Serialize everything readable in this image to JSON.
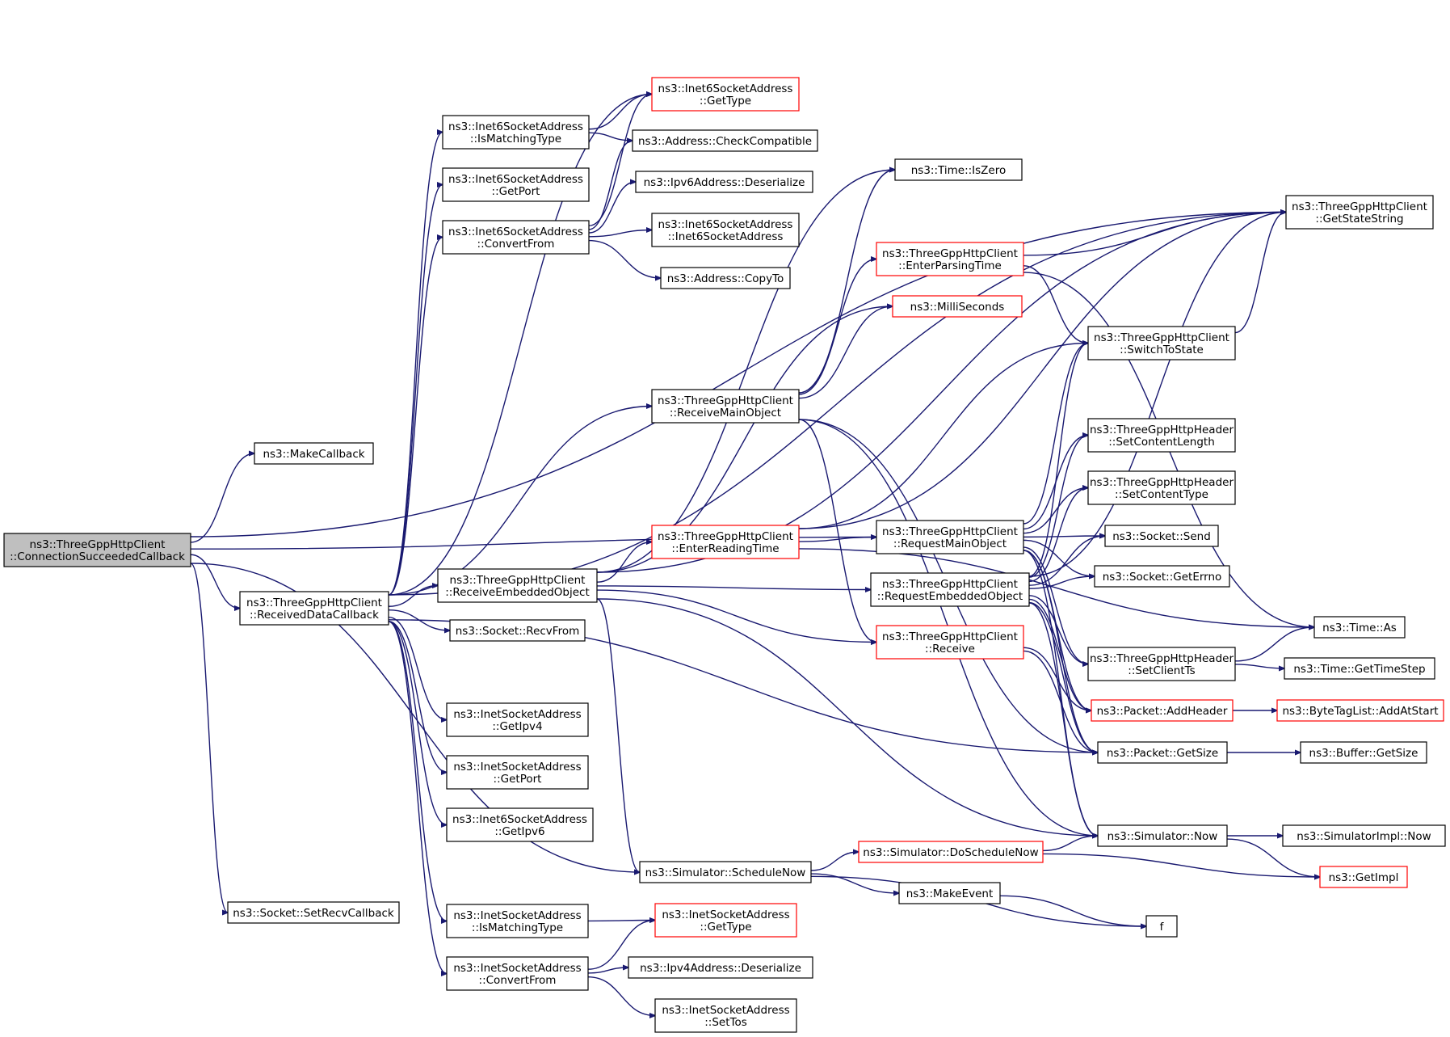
{
  "nodes": [
    {
      "id": "root",
      "lines": [
        "ns3::ThreeGppHttpClient",
        "::ConnectionSucceededCallback"
      ],
      "style": "root"
    },
    {
      "id": "makecb",
      "lines": [
        "ns3::MakeCallback"
      ]
    },
    {
      "id": "recvdata",
      "lines": [
        "ns3::ThreeGppHttpClient",
        "::ReceivedDataCallback"
      ]
    },
    {
      "id": "setrecvcb",
      "lines": [
        "ns3::Socket::SetRecvCallback"
      ]
    },
    {
      "id": "i6ismatch",
      "lines": [
        "ns3::Inet6SocketAddress",
        "::IsMatchingType"
      ]
    },
    {
      "id": "i6getport",
      "lines": [
        "ns3::Inet6SocketAddress",
        "::GetPort"
      ]
    },
    {
      "id": "i6convert",
      "lines": [
        "ns3::Inet6SocketAddress",
        "::ConvertFrom"
      ]
    },
    {
      "id": "recvembedded",
      "lines": [
        "ns3::ThreeGppHttpClient",
        "::ReceiveEmbeddedObject"
      ]
    },
    {
      "id": "recvfrom",
      "lines": [
        "ns3::Socket::RecvFrom"
      ]
    },
    {
      "id": "i4getipv4",
      "lines": [
        "ns3::InetSocketAddress",
        "::GetIpv4"
      ]
    },
    {
      "id": "i4getport",
      "lines": [
        "ns3::InetSocketAddress",
        "::GetPort"
      ]
    },
    {
      "id": "i6getipv6",
      "lines": [
        "ns3::Inet6SocketAddress",
        "::GetIpv6"
      ]
    },
    {
      "id": "i4ismatch",
      "lines": [
        "ns3::InetSocketAddress",
        "::IsMatchingType"
      ]
    },
    {
      "id": "i4convert",
      "lines": [
        "ns3::InetSocketAddress",
        "::ConvertFrom"
      ]
    },
    {
      "id": "i6gettype",
      "lines": [
        "ns3::Inet6SocketAddress",
        "::GetType"
      ],
      "style": "red"
    },
    {
      "id": "checkcompat",
      "lines": [
        "ns3::Address::CheckCompatible"
      ]
    },
    {
      "id": "ipv6deser",
      "lines": [
        "ns3::Ipv6Address::Deserialize"
      ]
    },
    {
      "id": "i6ctor",
      "lines": [
        "ns3::Inet6SocketAddress",
        "::Inet6SocketAddress"
      ]
    },
    {
      "id": "copyto",
      "lines": [
        "ns3::Address::CopyTo"
      ]
    },
    {
      "id": "recvmain",
      "lines": [
        "ns3::ThreeGppHttpClient",
        "::ReceiveMainObject"
      ]
    },
    {
      "id": "enterreading",
      "lines": [
        "ns3::ThreeGppHttpClient",
        "::EnterReadingTime"
      ],
      "style": "red"
    },
    {
      "id": "schednow",
      "lines": [
        "ns3::Simulator::ScheduleNow"
      ]
    },
    {
      "id": "i4gettype",
      "lines": [
        "ns3::InetSocketAddress",
        "::GetType"
      ],
      "style": "red"
    },
    {
      "id": "ipv4deser",
      "lines": [
        "ns3::Ipv4Address::Deserialize"
      ]
    },
    {
      "id": "settos",
      "lines": [
        "ns3::InetSocketAddress",
        "::SetTos"
      ]
    },
    {
      "id": "iszero",
      "lines": [
        "ns3::Time::IsZero"
      ]
    },
    {
      "id": "enterparsing",
      "lines": [
        "ns3::ThreeGppHttpClient",
        "::EnterParsingTime"
      ],
      "style": "red"
    },
    {
      "id": "millisec",
      "lines": [
        "ns3::MilliSeconds"
      ],
      "style": "red"
    },
    {
      "id": "reqmain",
      "lines": [
        "ns3::ThreeGppHttpClient",
        "::RequestMainObject"
      ]
    },
    {
      "id": "reqembedded",
      "lines": [
        "ns3::ThreeGppHttpClient",
        "::RequestEmbeddedObject"
      ]
    },
    {
      "id": "receive",
      "lines": [
        "ns3::ThreeGppHttpClient",
        "::Receive"
      ],
      "style": "red"
    },
    {
      "id": "doschednow",
      "lines": [
        "ns3::Simulator::DoScheduleNow"
      ],
      "style": "red"
    },
    {
      "id": "makeevent",
      "lines": [
        "ns3::MakeEvent"
      ]
    },
    {
      "id": "getstatestr",
      "lines": [
        "ns3::ThreeGppHttpClient",
        "::GetStateString"
      ]
    },
    {
      "id": "switchtostate",
      "lines": [
        "ns3::ThreeGppHttpClient",
        "::SwitchToState"
      ]
    },
    {
      "id": "setcontentlen",
      "lines": [
        "ns3::ThreeGppHttpHeader",
        "::SetContentLength"
      ]
    },
    {
      "id": "setcontenttype",
      "lines": [
        "ns3::ThreeGppHttpHeader",
        "::SetContentType"
      ]
    },
    {
      "id": "socksend",
      "lines": [
        "ns3::Socket::Send"
      ]
    },
    {
      "id": "sockerrno",
      "lines": [
        "ns3::Socket::GetErrno"
      ]
    },
    {
      "id": "setclientts",
      "lines": [
        "ns3::ThreeGppHttpHeader",
        "::SetClientTs"
      ]
    },
    {
      "id": "addheader",
      "lines": [
        "ns3::Packet::AddHeader"
      ],
      "style": "red"
    },
    {
      "id": "pktgetsize",
      "lines": [
        "ns3::Packet::GetSize"
      ]
    },
    {
      "id": "simnow",
      "lines": [
        "ns3::Simulator::Now"
      ]
    },
    {
      "id": "f",
      "lines": [
        "f"
      ]
    },
    {
      "id": "timeas",
      "lines": [
        "ns3::Time::As"
      ]
    },
    {
      "id": "gettimestep",
      "lines": [
        "ns3::Time::GetTimeStep"
      ]
    },
    {
      "id": "addatstart",
      "lines": [
        "ns3::ByteTagList::AddAtStart"
      ],
      "style": "red"
    },
    {
      "id": "bufgetsize",
      "lines": [
        "ns3::Buffer::GetSize"
      ]
    },
    {
      "id": "simimplnow",
      "lines": [
        "ns3::SimulatorImpl::Now"
      ]
    },
    {
      "id": "getimpl",
      "lines": [
        "ns3::GetImpl"
      ],
      "style": "red"
    }
  ],
  "edges": [
    [
      "root",
      "makecb"
    ],
    [
      "root",
      "recvdata"
    ],
    [
      "root",
      "setrecvcb"
    ],
    [
      "root",
      "getstatestr"
    ],
    [
      "root",
      "reqmain"
    ],
    [
      "root",
      "schednow"
    ],
    [
      "recvdata",
      "i6ismatch"
    ],
    [
      "recvdata",
      "i6getport"
    ],
    [
      "recvdata",
      "i6convert"
    ],
    [
      "recvdata",
      "recvembedded"
    ],
    [
      "recvdata",
      "recvfrom"
    ],
    [
      "recvdata",
      "i4getipv4"
    ],
    [
      "recvdata",
      "i4getport"
    ],
    [
      "recvdata",
      "i6getipv6"
    ],
    [
      "recvdata",
      "i4ismatch"
    ],
    [
      "recvdata",
      "i4convert"
    ],
    [
      "recvdata",
      "recvmain"
    ],
    [
      "recvdata",
      "getstatestr"
    ],
    [
      "recvdata",
      "pktgetsize"
    ],
    [
      "recvdata",
      "i6gettype"
    ],
    [
      "i6ismatch",
      "i6gettype"
    ],
    [
      "i6ismatch",
      "checkcompat"
    ],
    [
      "i6convert",
      "i6gettype"
    ],
    [
      "i6convert",
      "checkcompat"
    ],
    [
      "i6convert",
      "ipv6deser"
    ],
    [
      "i6convert",
      "i6ctor"
    ],
    [
      "i6convert",
      "copyto"
    ],
    [
      "recvembedded",
      "enterreading"
    ],
    [
      "recvembedded",
      "reqembedded"
    ],
    [
      "recvembedded",
      "receive"
    ],
    [
      "recvembedded",
      "schednow"
    ],
    [
      "recvembedded",
      "getstatestr"
    ],
    [
      "recvembedded",
      "iszero"
    ],
    [
      "recvembedded",
      "millisec"
    ],
    [
      "recvembedded",
      "simnow"
    ],
    [
      "recvmain",
      "iszero"
    ],
    [
      "recvmain",
      "enterparsing"
    ],
    [
      "recvmain",
      "millisec"
    ],
    [
      "recvmain",
      "receive"
    ],
    [
      "recvmain",
      "simnow"
    ],
    [
      "recvmain",
      "pktgetsize"
    ],
    [
      "enterreading",
      "reqmain"
    ],
    [
      "enterreading",
      "getstatestr"
    ],
    [
      "enterreading",
      "switchtostate"
    ],
    [
      "enterreading",
      "timeas"
    ],
    [
      "enterparsing",
      "getstatestr"
    ],
    [
      "enterparsing",
      "switchtostate"
    ],
    [
      "enterparsing",
      "timeas"
    ],
    [
      "schednow",
      "doschednow"
    ],
    [
      "schednow",
      "makeevent"
    ],
    [
      "schednow",
      "f"
    ],
    [
      "i4ismatch",
      "i4gettype"
    ],
    [
      "i4convert",
      "i4gettype"
    ],
    [
      "i4convert",
      "ipv4deser"
    ],
    [
      "i4convert",
      "settos"
    ],
    [
      "reqmain",
      "switchtostate"
    ],
    [
      "reqmain",
      "setcontentlen"
    ],
    [
      "reqmain",
      "setcontenttype"
    ],
    [
      "reqmain",
      "socksend"
    ],
    [
      "reqmain",
      "sockerrno"
    ],
    [
      "reqmain",
      "setclientts"
    ],
    [
      "reqmain",
      "addheader"
    ],
    [
      "reqmain",
      "pktgetsize"
    ],
    [
      "reqmain",
      "simnow"
    ],
    [
      "reqembedded",
      "switchtostate"
    ],
    [
      "reqembedded",
      "setcontentlen"
    ],
    [
      "reqembedded",
      "setcontenttype"
    ],
    [
      "reqembedded",
      "socksend"
    ],
    [
      "reqembedded",
      "sockerrno"
    ],
    [
      "reqembedded",
      "setclientts"
    ],
    [
      "reqembedded",
      "addheader"
    ],
    [
      "reqembedded",
      "pktgetsize"
    ],
    [
      "reqembedded",
      "simnow"
    ],
    [
      "reqembedded",
      "getstatestr"
    ],
    [
      "receive",
      "addheader"
    ],
    [
      "receive",
      "pktgetsize"
    ],
    [
      "switchtostate",
      "getstatestr"
    ],
    [
      "setclientts",
      "timeas"
    ],
    [
      "setclientts",
      "gettimestep"
    ],
    [
      "addheader",
      "addatstart"
    ],
    [
      "pktgetsize",
      "bufgetsize"
    ],
    [
      "simnow",
      "simimplnow"
    ],
    [
      "simnow",
      "getimpl"
    ],
    [
      "doschednow",
      "simnow"
    ],
    [
      "doschednow",
      "getimpl"
    ],
    [
      "makeevent",
      "f"
    ]
  ]
}
